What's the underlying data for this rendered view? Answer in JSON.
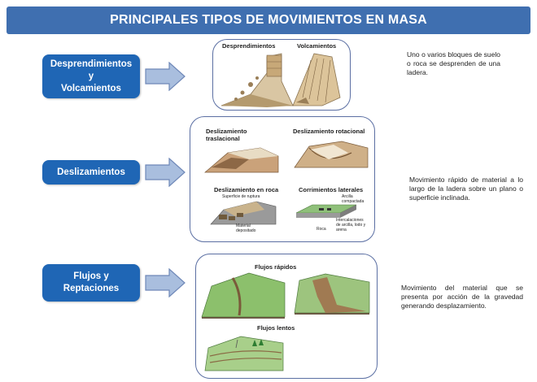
{
  "title": "PRINCIPALES TIPOS DE MOVIMIENTOS EN MASA",
  "categories": [
    {
      "label_lines": [
        "Desprendimientos",
        "y",
        "Volcamientos"
      ],
      "panel_labels": [
        "Desprendimientos",
        "Volcamientos"
      ],
      "description": "Uno o varios bloques de suelo o roca se desprenden de una ladera."
    },
    {
      "label_lines": [
        "Deslizamientos"
      ],
      "panel_labels": [
        "Deslizamiento traslacional",
        "Deslizamiento rotacional",
        "Deslizamiento en roca",
        "Corrimientos laterales"
      ],
      "callouts": {
        "superficie": "Superficie de ruptura",
        "material": "Material depositado",
        "arcilla": "Arcilla compactada",
        "roca": "Roca",
        "intercalaciones": "Intercalaciones de arcilla, lodo y arena"
      },
      "description": "Movimiento rápido de material a lo largo de la ladera sobre un plano o superficie inclinada."
    },
    {
      "label_lines": [
        "Flujos y",
        "Reptaciones"
      ],
      "panel_labels": [
        "Flujos rápidos",
        "Flujos lentos"
      ],
      "description": "Movimiento del material que se presenta por acción de la gravedad generando desplazamiento."
    }
  ],
  "colors": {
    "title_bg": "#3f6fb0",
    "box_bg": "#1f66b5",
    "arrow_fill": "#a9bede",
    "panel_border": "#5b6fa3"
  }
}
